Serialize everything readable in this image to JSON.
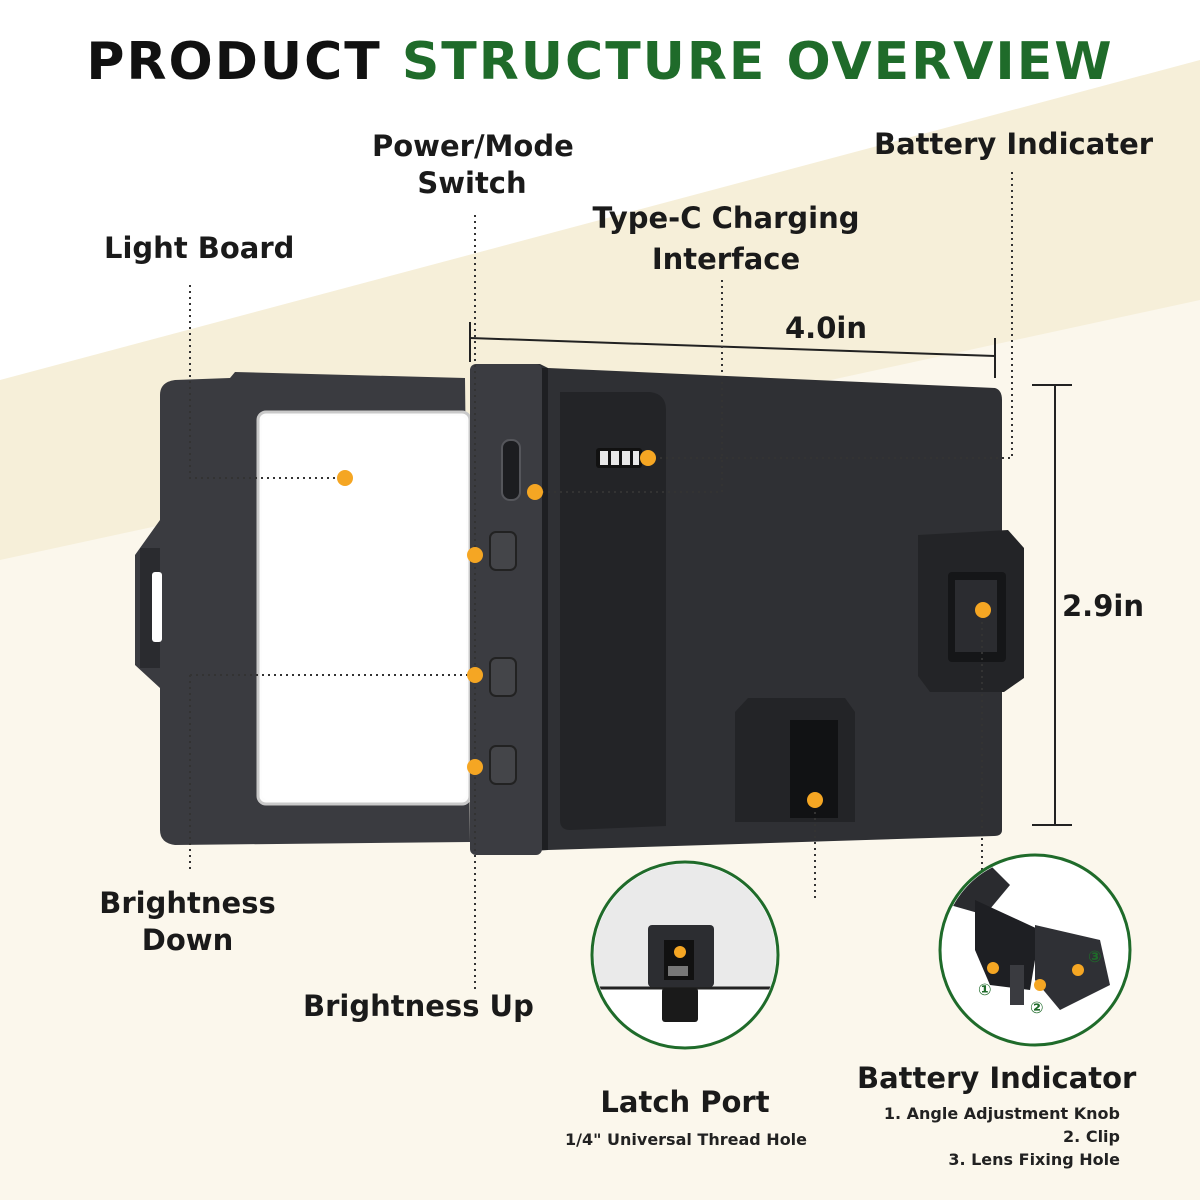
{
  "title": {
    "part1": "PRODUCT ",
    "part2": "STRUCTURE OVERVIEW"
  },
  "colors": {
    "title_dark": "#111111",
    "title_green": "#1f6b2a",
    "marker": "#f5a623",
    "device": "#2e2f33",
    "circle_border": "#1f6b2a",
    "background_band": "#f6efd9"
  },
  "callouts": {
    "light_board": "Light Board",
    "power_mode_line1": "Power/Mode",
    "power_mode_line2": "Switch",
    "type_c_line1": "Type-C Charging",
    "type_c_line2": "Interface",
    "battery_indicater": "Battery Indicater",
    "brightness_down_line1": "Brightness",
    "brightness_down_line2": "Down",
    "brightness_up": "Brightness Up"
  },
  "dimensions": {
    "width": "4.0in",
    "height": "2.9in"
  },
  "latch": {
    "title": "Latch Port",
    "subtitle": "1/4\" Universal Thread Hole"
  },
  "clip_detail": {
    "title": "Battery Indicator",
    "items": [
      "1. Angle Adjustment Knob",
      "2. Clip",
      "3. Lens Fixing Hole"
    ],
    "markers": [
      "①",
      "②",
      "③"
    ]
  }
}
